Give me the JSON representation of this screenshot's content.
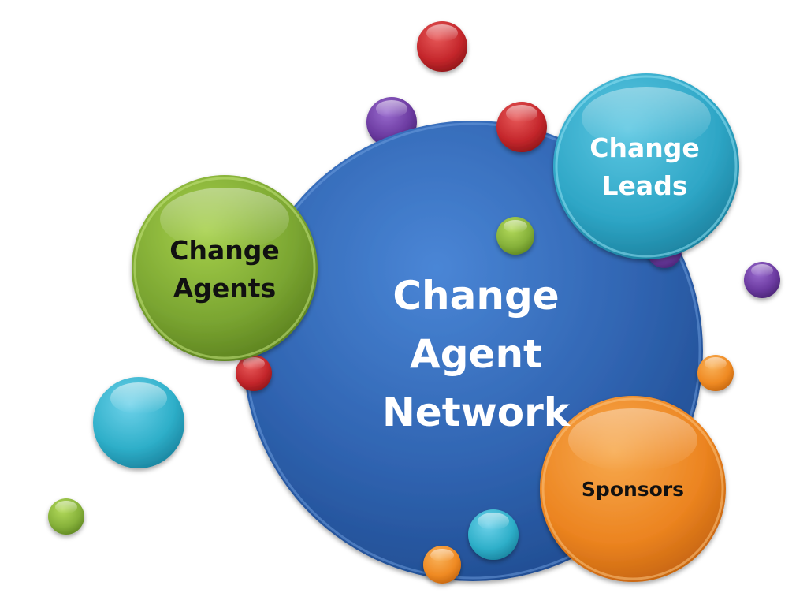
{
  "diagram": {
    "center": {
      "line1": "Change",
      "line2": "Agent",
      "line3": "Network"
    },
    "change_agents": {
      "line1": "Change",
      "line2": "Agents"
    },
    "change_leads": {
      "line1": "Change",
      "line2": "Leads"
    },
    "sponsors": {
      "label": "Sponsors"
    }
  },
  "colors": {
    "center": "#2f63b0",
    "change_agents": "#7aa531",
    "change_leads": "#2ea6c6",
    "sponsors": "#ec8420",
    "red": "#c4262b",
    "purple": "#6b3aa0",
    "green": "#86b13a",
    "cyan": "#2eafc9",
    "orange": "#ef8a23",
    "white_text": "#ffffff",
    "dark_text": "#111111"
  }
}
